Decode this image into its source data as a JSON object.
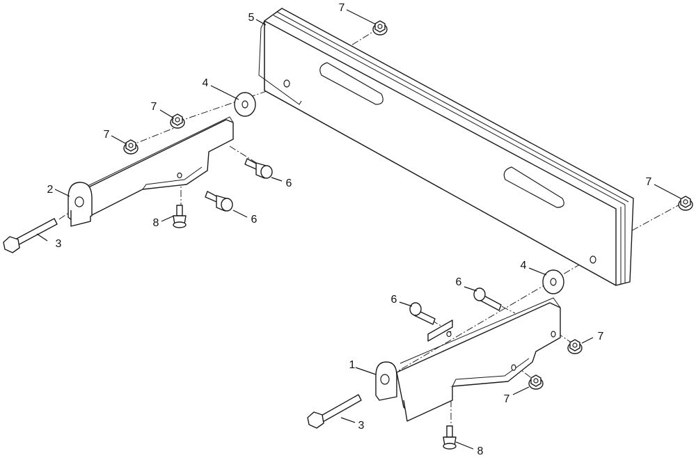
{
  "callouts": {
    "c1": "1",
    "c2": "2",
    "c3a": "3",
    "c3b": "3",
    "c4a": "4",
    "c4b": "4",
    "c5": "5",
    "c6a": "6",
    "c6b": "6",
    "c6c": "6",
    "c6d": "6",
    "c7a": "7",
    "c7b": "7",
    "c7c": "7",
    "c7d": "7",
    "c7e": "7",
    "c7f": "7",
    "c8a": "8",
    "c8b": "8"
  }
}
